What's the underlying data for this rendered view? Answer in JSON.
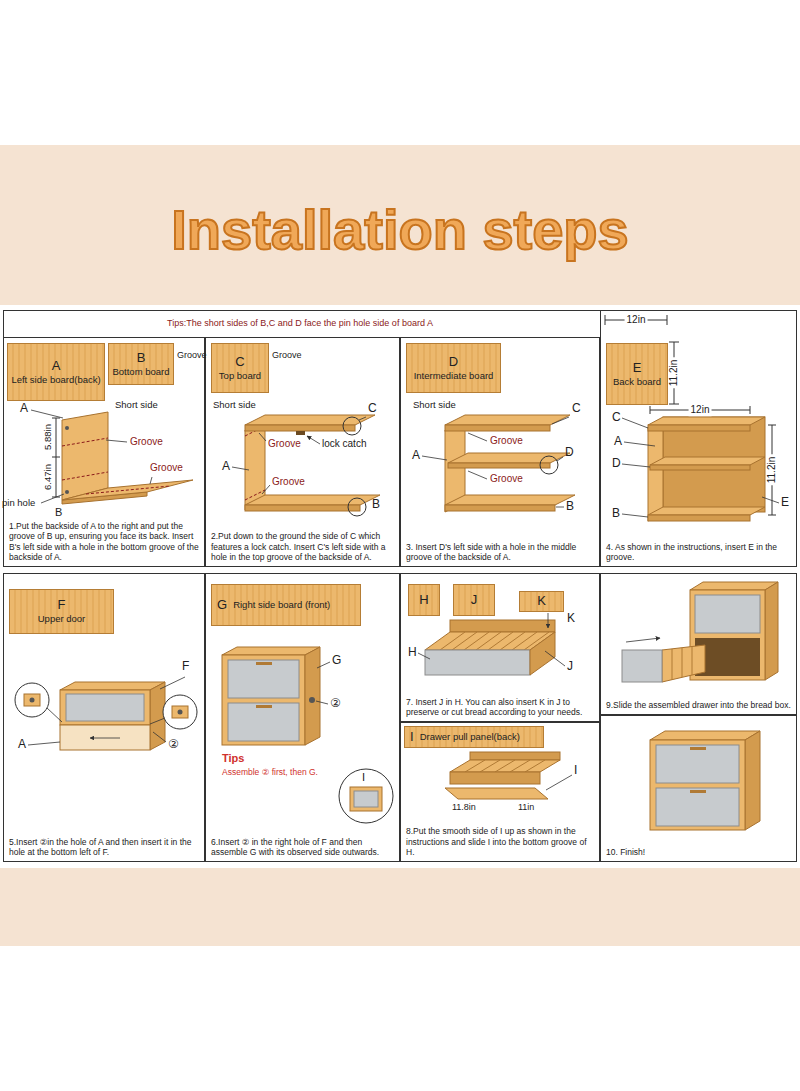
{
  "diagram": {
    "title": "Installation steps",
    "nodes": [
      {
        "text": [
          "1.Put the backside of A to the right and put the groove of B up, ensuring you face its back. Insert B's left side with a hole in the bottom groove of the backside of A."
        ]
      },
      {
        "text": [
          "A",
          "Left side board(back)"
        ],
        "in": 0
      },
      {
        "text": [
          "B",
          "Bottom board"
        ],
        "in": 0
      },
      {
        "text": [
          "2.Put down to the ground the side of C which features a lock catch. Insert C's left side with a hole in the top groove of the backside of A."
        ]
      },
      {
        "text": [
          "C",
          "Top board"
        ],
        "in": 3
      },
      {
        "text": [
          "3. Insert D's left side with a hole in the middle groove of the backside of A."
        ]
      },
      {
        "text": [
          "D",
          "Intermediate board"
        ],
        "in": 5
      },
      {
        "text": [
          "4. As shown in the instructions, insert E in the groove."
        ]
      },
      {
        "text": [
          "E",
          "Back board"
        ],
        "in": 7
      },
      {
        "text": [
          "5.Insert ②in the hole of A and then insert it in the hole at the bottom left of F."
        ]
      },
      {
        "text": [
          "F",
          "Upper door"
        ],
        "in": 9
      },
      {
        "text": [
          "6.Insert ② in the right hole of F and then assemble G with its observed side outwards."
        ]
      },
      {
        "text": [
          "G",
          "Right side board (front)"
        ],
        "in": 11
      },
      {
        "text": [
          "7. Insert J in H. You can also insert K in J to preserve or cut bread according to your needs."
        ]
      },
      {
        "text": [
          "H"
        ],
        "in": 13
      },
      {
        "text": [
          "J"
        ],
        "in": 13
      },
      {
        "text": [
          "K"
        ],
        "in": 13
      },
      {
        "text": [
          "8.Put the smooth side of I up as shown in the instructions and slide I into the bottom groove of H."
        ]
      },
      {
        "text": [
          "I",
          "Drawer pull panel(back)"
        ],
        "in": 17
      },
      {
        "text": [
          "9.Slide the assembled drawer into the bread box."
        ]
      },
      {
        "text": [
          "10. Finish!"
        ]
      }
    ],
    "labels": [
      "Tips:The short sides of B,C and D face the pin hole side of board A",
      "Groove",
      "Short side",
      "A",
      "5.88in",
      "6.47in",
      "Groove",
      "Groove",
      "pin hole",
      "B",
      "Groove",
      "Short side",
      "C",
      "Groove",
      "lock catch",
      "A",
      "Groove",
      "B",
      "Short side",
      "A",
      "C",
      "Groove",
      "D",
      "Groove",
      "B",
      "12in",
      "11.2in",
      "C",
      "12in",
      "A",
      "11.2in",
      "D",
      "E",
      "B",
      "F",
      "A",
      "②",
      "G",
      "②",
      "Tips",
      "Assemble ② first, then G.",
      "I",
      "K",
      "H",
      "J",
      "I",
      "11.8in",
      "11in"
    ]
  }
}
